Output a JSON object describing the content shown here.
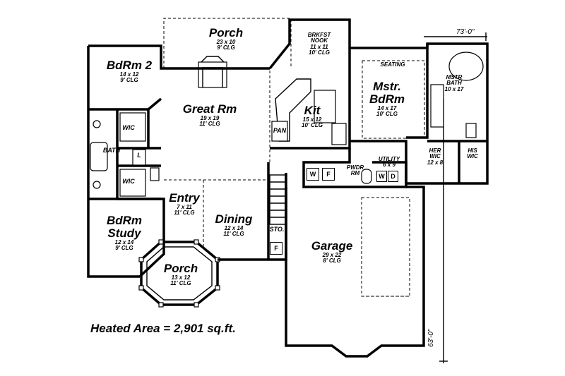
{
  "rooms": {
    "porch_rear": {
      "name": "Porch",
      "size": "23 x 10",
      "clg": "9' CLG"
    },
    "brkfst": {
      "name": "BRKFST NOOK",
      "size": "11 x 11",
      "clg": "10' CLG"
    },
    "bdrm2": {
      "name": "BdRm 2",
      "size": "14 x 12",
      "clg": "9' CLG"
    },
    "great": {
      "name": "Great Rm",
      "size": "19 x 19",
      "clg": "11' CLG"
    },
    "kit": {
      "name": "Kit",
      "size": "15 x 12",
      "clg": "10' CLG"
    },
    "seating": {
      "name": "SEATING"
    },
    "mstr_bdrm": {
      "name": "Mstr. BdRm",
      "size": "14 x 17",
      "clg": "10' CLG"
    },
    "mstr_bath": {
      "name": "MSTR BATH",
      "size": "10 x 17"
    },
    "her_wic": {
      "name": "HER WIC",
      "size": "12 x 8"
    },
    "his_wic": {
      "name": "HIS WIC"
    },
    "utility": {
      "name": "UTILITY",
      "size": "6 x 9"
    },
    "pwdr": {
      "name": "PWDR RM"
    },
    "entry": {
      "name": "Entry",
      "size": "7 x 11",
      "clg": "11' CLG"
    },
    "dining": {
      "name": "Dining",
      "size": "12 x 14",
      "clg": "11' CLG"
    },
    "study": {
      "name": "BdRm Study",
      "size": "12 x 14",
      "clg": "9' CLG"
    },
    "garage": {
      "name": "Garage",
      "size": "29 x 22",
      "clg": "8' CLG"
    },
    "porch_front": {
      "name": "Porch",
      "size": "13 x 12",
      "clg": "11' CLG"
    }
  },
  "tags": {
    "wic1": "WIC",
    "wic2": "WIC",
    "bath": "BATH",
    "linen": "L",
    "pan": "PAN",
    "sto": "STO.",
    "w1": "W",
    "f1": "F",
    "w2": "W",
    "d": "D",
    "f2": "F"
  },
  "summary": {
    "heated_area": "Heated Area = 2,901 sq.ft."
  },
  "dimensions": {
    "width": "73'-0\"",
    "depth": "63'-0\""
  }
}
